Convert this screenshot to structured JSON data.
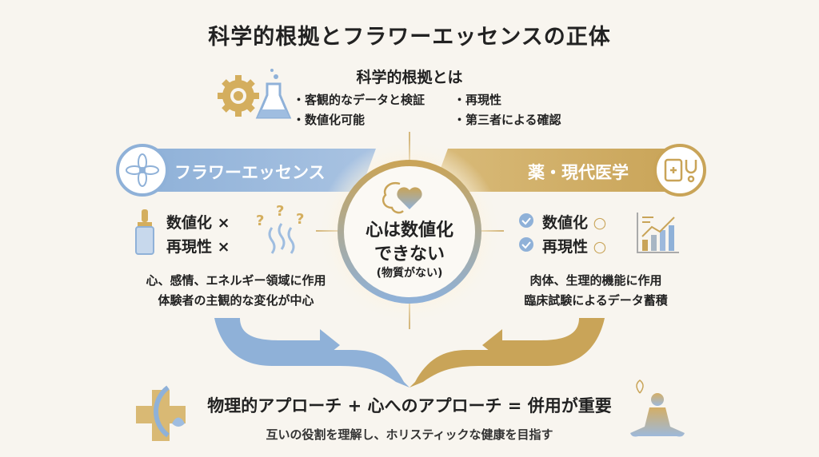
{
  "title": "科学的根拠とフラワーエッセンスの正体",
  "science": {
    "heading": "科学的根拠とは",
    "bullets": [
      "・客観的なデータと検証",
      "・数値化可能",
      "・再現性",
      "・第三者による確認"
    ]
  },
  "left": {
    "band_label": "フラワーエッセンス",
    "rows": [
      {
        "label": "数値化",
        "mark": "×"
      },
      {
        "label": "再現性",
        "mark": "×"
      }
    ],
    "desc": [
      "心、感情、エネルギー領域に作用",
      "体験者の主観的な変化が中心"
    ]
  },
  "right": {
    "band_label": "薬・現代医学",
    "rows": [
      {
        "label": "数値化",
        "mark": "○"
      },
      {
        "label": "再現性",
        "mark": "○"
      }
    ],
    "desc": [
      "肉体、生理的機能に作用",
      "臨床試験によるデータ蓄積"
    ]
  },
  "center": {
    "line1": "心は数値化",
    "line2": "できない",
    "line3": "(物質がない)"
  },
  "bottom": {
    "main": "物理的アプローチ + 心へのアプローチ = 併用が重要",
    "sub": "互いの役割を理解し、ホリスティックな健康を目指す"
  },
  "colors": {
    "blue": "#8fb1d8",
    "gold": "#c9a458",
    "background": "#f8f5ef"
  }
}
